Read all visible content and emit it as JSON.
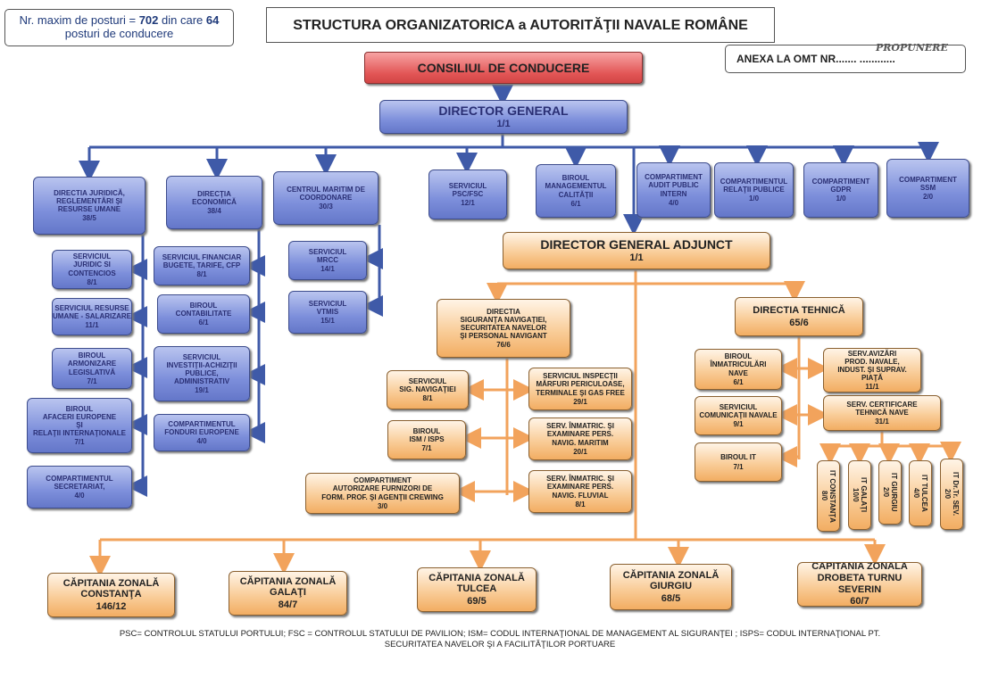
{
  "info_box": {
    "prefix": "Nr. maxim de posturi = ",
    "total": "702",
    "mid": " din care ",
    "leaders": "64",
    "line2": "posturi de conducere"
  },
  "title": "STRUCTURA ORGANIZATORICA a AUTORITĂŢII NAVALE ROMÂNE",
  "annex": {
    "text": "ANEXA LA  OMT NR.......  ............",
    "handwritten": "PROPUNERE"
  },
  "council": "CONSILIUL DE CONDUCERE",
  "director_general": {
    "name": "DIRECTOR GENERAL",
    "count": "1/1"
  },
  "director_adjunct": {
    "name": "DIRECTOR GENERAL ADJUNCT",
    "count": "1/1"
  },
  "top_row": [
    {
      "name": "SERVICIUL\nPSC/FSC",
      "count": "12/1"
    },
    {
      "name": "BIROUL\nMANAGEMENTUL\nCALITĂŢII",
      "count": "6/1"
    },
    {
      "name": "COMPARTIMENT\nAUDIT PUBLIC\nINTERN",
      "count": "4/0"
    },
    {
      "name": "COMPARTIMENTUL\nRELAŢII PUBLICE",
      "count": "1/0"
    },
    {
      "name": "COMPARTIMENT\nGDPR",
      "count": "1/0"
    },
    {
      "name": "COMPARTIMENT\nSSM",
      "count": "2/0"
    }
  ],
  "dir_juridica": {
    "name": "DIRECTIA JURIDICĂ,\nREGLEMENTĂRI ŞI\nRESURSE UMANE",
    "count": "38/5"
  },
  "juridica_units": [
    {
      "name": "SERVICIUL\nJURIDIC SI\nCONTENCIOS",
      "count": "8/1"
    },
    {
      "name": "SERVICIUL RESURSE\nUMANE - SALARIZARE",
      "count": "11/1"
    },
    {
      "name": "BIROUL\nARMONIZARE\nLEGISLATIVĂ",
      "count": "7/1"
    },
    {
      "name": "BIROUL\nAFACERI EUROPENE\nŞI\nRELAŢII INTERNAŢIONALE",
      "count": "7/1"
    },
    {
      "name": "COMPARTIMENTUL\nSECRETARIAT,",
      "count": "4/0"
    }
  ],
  "dir_economica": {
    "name": "DIRECŢIA\nECONOMICĂ",
    "count": "38/4"
  },
  "economica_units": [
    {
      "name": "SERVICIUL FINANCIAR\nBUGETE, TARIFE, CFP",
      "count": "8/1"
    },
    {
      "name": "BIROUL\nCONTABILITATE",
      "count": "6/1"
    },
    {
      "name": "SERVICIUL\nINVESTIŢII-ACHIZIŢII\nPUBLICE,\nADMINISTRATIV",
      "count": "19/1"
    },
    {
      "name": "COMPARTIMENTUL\nFONDURI EUROPENE",
      "count": "4/0"
    }
  ],
  "centrul": {
    "name": "CENTRUL MARITIM DE\nCOORDONARE",
    "count": "30/3"
  },
  "centrul_units": [
    {
      "name": "SERVICIUL\nMRCC",
      "count": "14/1"
    },
    {
      "name": "SERVICIUL\nVTMIS",
      "count": "15/1"
    }
  ],
  "dir_siguranta": {
    "name": "DIRECTIA\nSIGURANŢA NAVIGAŢIEI,\nSECURITATEA NAVELOR\nŞI PERSONAL NAVIGANT",
    "count": "76/6"
  },
  "siguranta_left": [
    {
      "name": "SERVICIUL\nSIG. NAVIGAŢIEI",
      "count": "8/1"
    },
    {
      "name": "BIROUL\nISM / ISPS",
      "count": "7/1"
    },
    {
      "name": "COMPARTIMENT\nAUTORIZARE FURNIZORI DE\nFORM. PROF. ŞI AGENŢII CREWING",
      "count": "3/0"
    }
  ],
  "siguranta_right": [
    {
      "name": "SERVICIUL INSPECŢII\nMĂRFURI PERICULOASE,\nTERMINALE ŞI GAS FREE",
      "count": "29/1"
    },
    {
      "name": "SERV. ÎNMATRIC. ŞI\nEXAMINARE PERS.\nNAVIG. MARITIM",
      "count": "20/1"
    },
    {
      "name": "SERV. ÎNMATRIC. ŞI\nEXAMINARE PERS.\nNAVIG. FLUVIAL",
      "count": "8/1"
    }
  ],
  "dir_tehnica": {
    "name": "DIRECTIA TEHNICĂ",
    "count": "65/6"
  },
  "tehnica_left": [
    {
      "name": "BIROUL\nÎNMATRICULĂRI\nNAVE",
      "count": "6/1"
    },
    {
      "name": "SERVICIUL\nCOMUNICAŢII NAVALE",
      "count": "9/1"
    },
    {
      "name": "BIROUL IT",
      "count": "7/1"
    }
  ],
  "tehnica_right": [
    {
      "name": "SERV.AVIZĂRI\nPROD. NAVALE,\nINDUST. ŞI SUPRAV.\nPIAŢĂ",
      "count": "11/1"
    },
    {
      "name": "SERV. CERTIFICARE\nTEHNICĂ NAVE",
      "count": "31/1"
    }
  ],
  "it_units": [
    {
      "name": "IT CONSTANŢA",
      "count": "8/0"
    },
    {
      "name": "IT GALAŢI",
      "count": "10/0"
    },
    {
      "name": "IT GIURGIU",
      "count": "2/0"
    },
    {
      "name": "IT TULCEA",
      "count": "4/0"
    },
    {
      "name": "IT Dr.Tr. SEV.",
      "count": "2/0"
    }
  ],
  "capitanii": [
    {
      "name": "CĂPITANIA ZONALĂ\nCONSTANŢA",
      "count": "146/12"
    },
    {
      "name": "CĂPITANIA ZONALĂ\nGALAŢI",
      "count": "84/7"
    },
    {
      "name": "CĂPITANIA ZONALĂ\nTULCEA",
      "count": "69/5"
    },
    {
      "name": "CĂPITANIA ZONALĂ\nGIURGIU",
      "count": "68/5"
    },
    {
      "name": "CĂPITANIA ZONALĂ\nDROBETA TURNU SEVERIN",
      "count": "60/7"
    }
  ],
  "footer": {
    "line1": "PSC= CONTROLUL STATULUI PORTULUI; FSC = CONTROLUL STATULUI DE PAVILION; ISM= CODUL INTERNAŢIONAL DE MANAGEMENT AL SIGURANŢEI ; ISPS= CODUL INTERNAŢIONAL PT.",
    "line2": "SECURITATEA  NAVELOR ŞI A FACILITĂŢILOR PORTUARE"
  },
  "colors": {
    "blue_line": "#3f5aa8",
    "orange_line": "#f2a35c",
    "council_red": "#e25555"
  }
}
